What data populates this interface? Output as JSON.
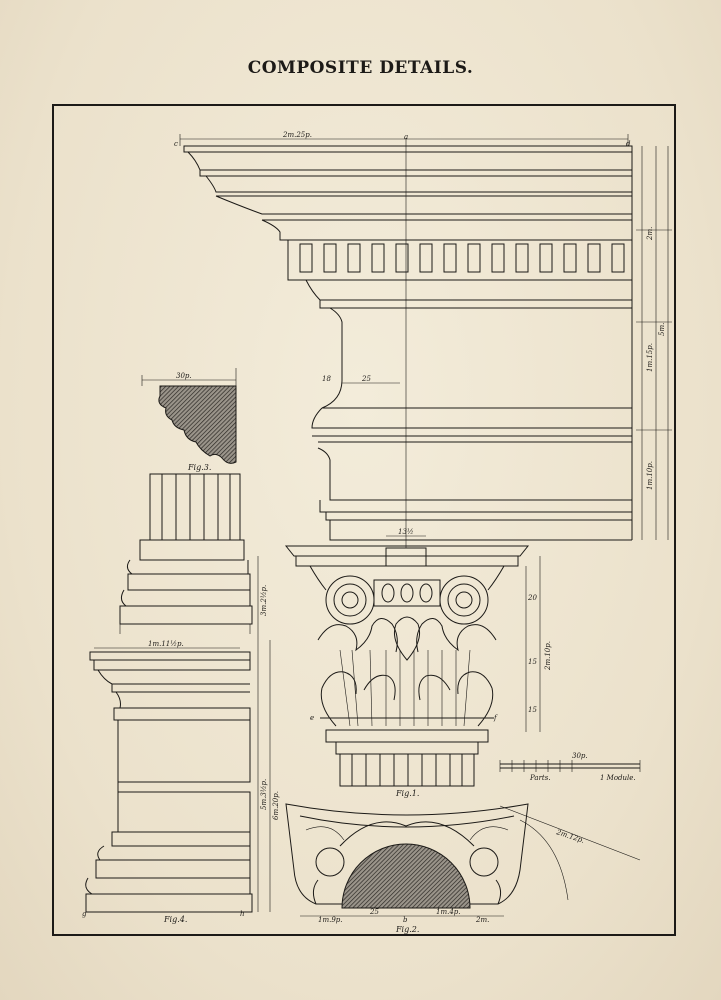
{
  "title": "COMPOSITE DETAILS.",
  "figures": {
    "fig1": "Fig.1.",
    "fig2": "Fig.2.",
    "fig3": "Fig.3.",
    "fig4": "Fig.4."
  },
  "scale": {
    "parts_label": "Parts.",
    "module_label": "1 Module.",
    "top_value": "30p."
  },
  "dimensions": {
    "entablature_width": "2m.25p.",
    "fig3_width": "30p.",
    "cap_top": "13½",
    "left_width": "1m.11½p.",
    "base_width_left": "1m.9p.",
    "base_width_mid": "25",
    "base_width_right": "1m.4p.",
    "base_width_end": "2m.",
    "dim_25": "25",
    "dim_18": "18",
    "right_2m": "2m.",
    "right_5m": "5m.",
    "right_1m15": "1m.15p.",
    "right_1m10": "1m.10p.",
    "cap_20": "20",
    "cap_15a": "15",
    "cap_15b": "15",
    "cap_2m10": "2m.10p.",
    "left_5m": "5m.3½p.",
    "left_6m": "6m.20p.",
    "base_3m": "3m.2½p.",
    "diag": "2m.12p."
  },
  "letters": {
    "c": "c",
    "a": "a",
    "d": "d",
    "e": "e",
    "f": "f",
    "g": "g",
    "h": "h",
    "b": "b"
  }
}
